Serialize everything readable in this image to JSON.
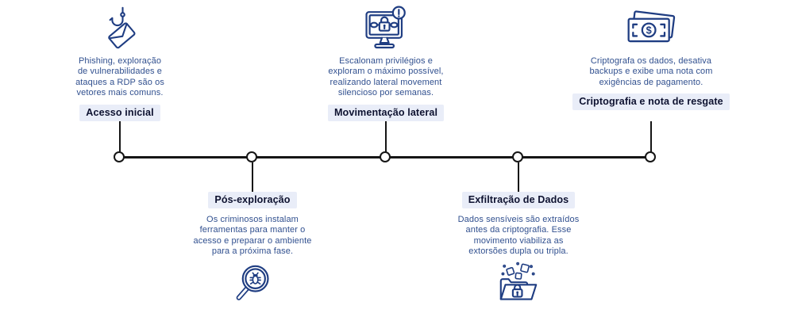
{
  "diagram": {
    "type": "timeline-infographic",
    "topic": "ransomware attack phases",
    "colors": {
      "background": "#ffffff",
      "axis_line": "#151515",
      "icon_stroke": "#1f3d82",
      "body_text": "#31508f",
      "label_text": "#0e1230",
      "label_background": "#e9edf8"
    },
    "icon_glyphs": {
      "dollar": "$"
    },
    "phases": [
      {
        "label": "Acesso inicial",
        "position": "top",
        "icon": "phishing-hook-envelope-icon",
        "description": "Phishing, exploração de vulnerabilidades e ataques a RDP são os vetores mais comuns."
      },
      {
        "label": "Pós-exploração",
        "position": "bottom",
        "icon": "magnifier-bug-icon",
        "description": "Os criminosos instalam ferramentas para manter o acesso e preparar o ambiente para a próxima fase."
      },
      {
        "label": "Movimentação lateral",
        "position": "top",
        "icon": "monitor-lock-warning-icon",
        "description": "Escalonam privilégios e exploram o máximo possível, realizando lateral movement silencioso por semanas."
      },
      {
        "label": "Exfiltração de Dados",
        "position": "bottom",
        "icon": "folder-lock-exfiltration-icon",
        "description": "Dados sensíveis são extraídos antes da criptografia. Esse movimento viabiliza as extorsões dupla ou tripla."
      },
      {
        "label": "Criptografia e nota de resgate",
        "position": "top",
        "icon": "banknote-dollar-icon",
        "description": "Criptografa os dados, desativa backups e exibe uma nota com exigências de pagamento."
      }
    ]
  }
}
